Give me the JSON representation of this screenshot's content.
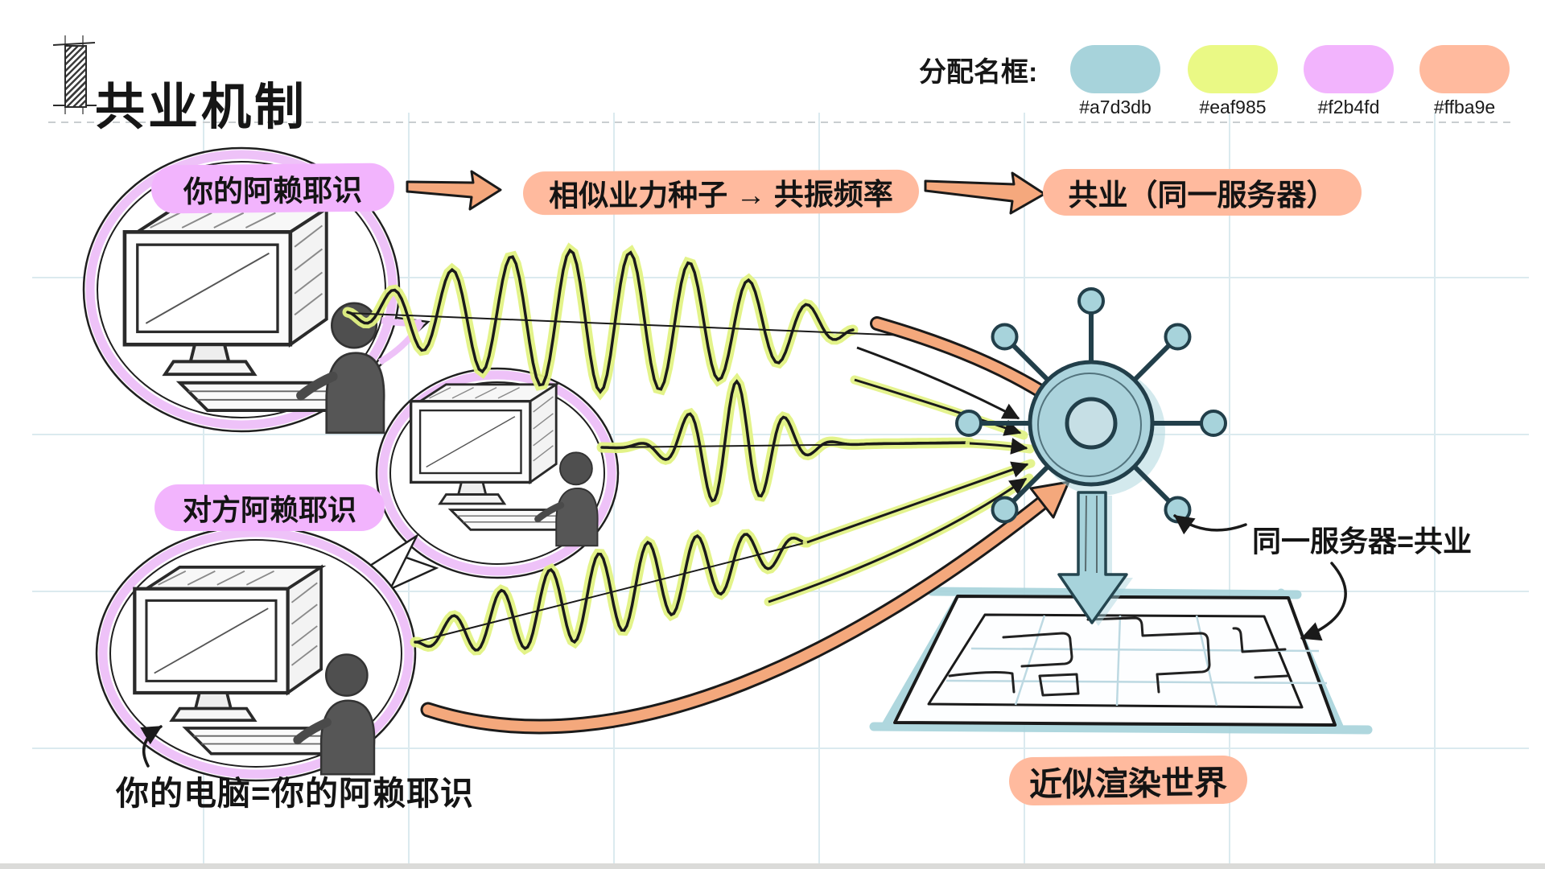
{
  "title": "共业机制",
  "legend": {
    "label": "分配名框:",
    "swatches": [
      {
        "name": "blue",
        "hex": "#a7d3db"
      },
      {
        "name": "green",
        "hex": "#eaf985"
      },
      {
        "name": "purple",
        "hex": "#f2b4fd"
      },
      {
        "name": "orange",
        "hex": "#ffba9e"
      }
    ]
  },
  "bubbles": {
    "your_alaya_label": "你的阿赖耶识",
    "other_alaya_label": "对方阿赖耶识"
  },
  "flow": {
    "step1": "相似业力种子 → 共振频率",
    "step2": "共业（同一服务器）"
  },
  "annotations": {
    "server_note": "同一服务器=共业",
    "computer_note": "你的电脑=你的阿赖耶识",
    "render_world": "近似渲染世界"
  },
  "colors": {
    "blue": "#a7d3db",
    "green": "#eaf985",
    "purple": "#f2b4fd",
    "orange": "#ffba9e",
    "ink": "#1a1a1a"
  }
}
